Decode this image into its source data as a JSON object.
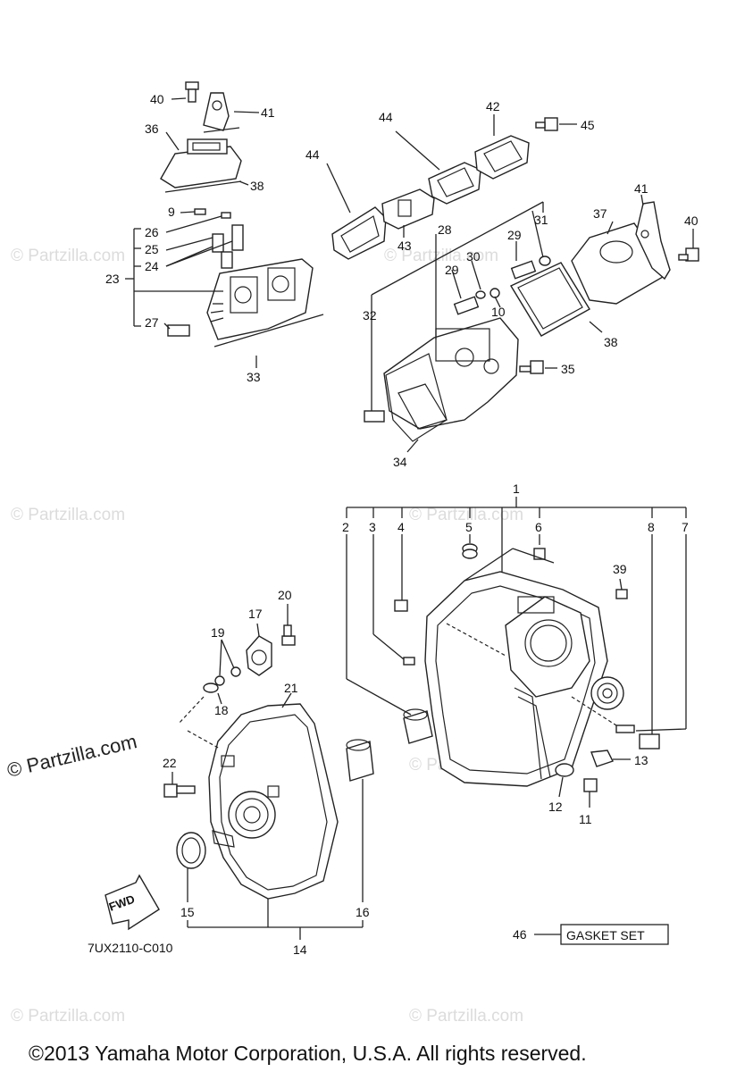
{
  "watermark": {
    "text": "© Partzilla.com",
    "main_text": "© Partzilla.com"
  },
  "diagram_code": "7UX2110-C010",
  "gasket_set": {
    "number": "46",
    "label": "GASKET SET"
  },
  "copyright": "©2013 Yamaha Motor Corporation, U.S.A. All rights reserved.",
  "fwd_label": "FWD",
  "callouts": {
    "c1": "1",
    "c2": "2",
    "c3": "3",
    "c4": "4",
    "c5": "5",
    "c6": "6",
    "c7": "7",
    "c8": "8",
    "c9": "9",
    "c10": "10",
    "c11": "11",
    "c12": "12",
    "c13": "13",
    "c14": "14",
    "c15": "15",
    "c16": "16",
    "c17": "17",
    "c18": "18",
    "c19": "19",
    "c20": "20",
    "c21": "21",
    "c22": "22",
    "c23": "23",
    "c24": "24",
    "c25": "25",
    "c26": "26",
    "c27": "27",
    "c28": "28",
    "c29a": "29",
    "c29b": "29",
    "c30": "30",
    "c31": "31",
    "c32": "32",
    "c33": "33",
    "c34": "34",
    "c35": "35",
    "c36": "36",
    "c37": "37",
    "c38a": "38",
    "c38b": "38",
    "c39": "39",
    "c40a": "40",
    "c40b": "40",
    "c41a": "41",
    "c41b": "41",
    "c42": "42",
    "c43": "43",
    "c44a": "44",
    "c44b": "44",
    "c45": "45"
  }
}
